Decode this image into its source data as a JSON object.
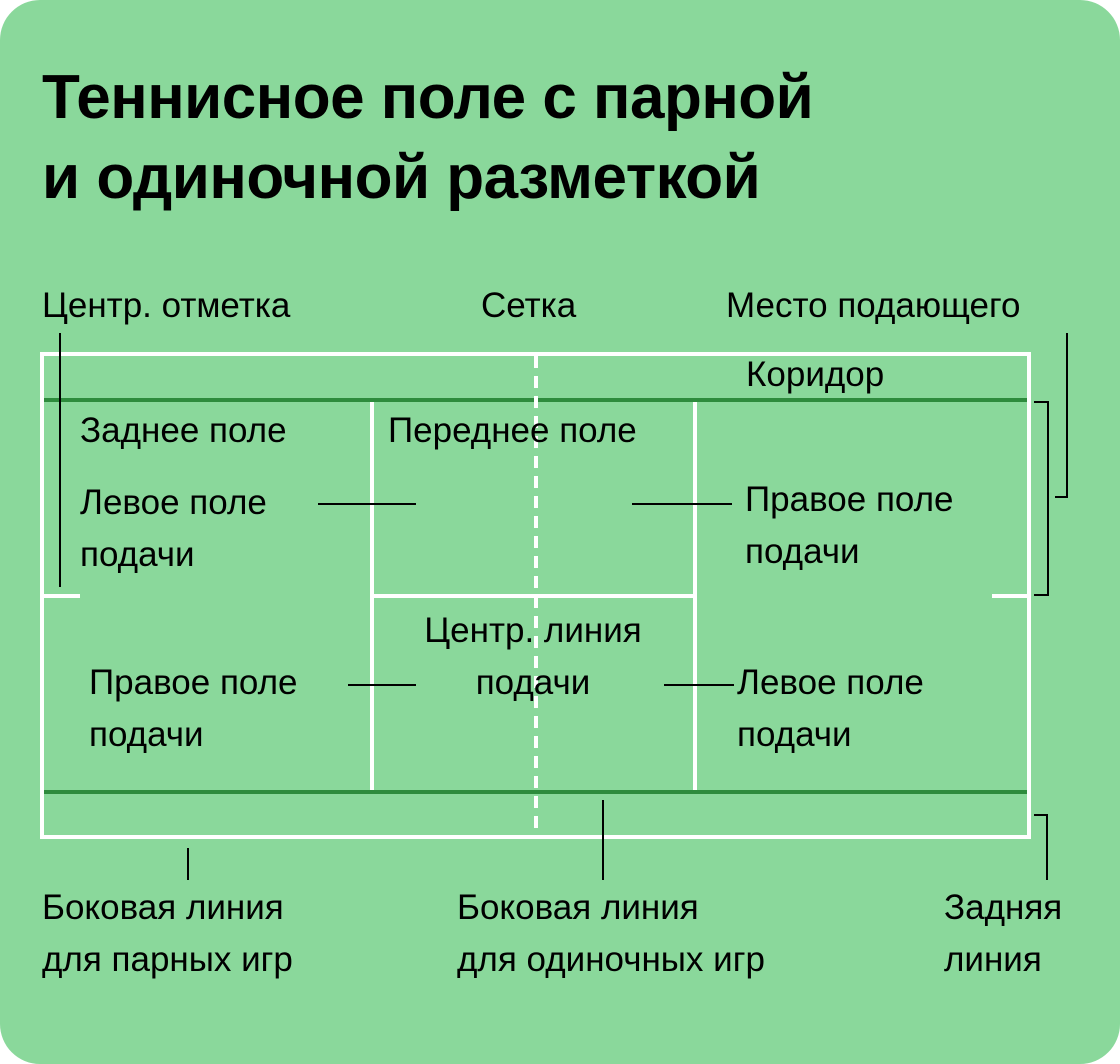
{
  "title": {
    "line1": "Теннисное поле с парной",
    "line2": "и одиночной разметкой"
  },
  "labels": {
    "center_mark": "Центр. отметка",
    "net": "Сетка",
    "server_place": "Место подающего",
    "alley": "Коридор",
    "back_court": "Заднее поле",
    "front_court": "Переднее поле",
    "left_service_top": {
      "line1": "Левое поле",
      "line2": "подачи"
    },
    "right_service_top": {
      "line1": "Правое поле",
      "line2": "подачи"
    },
    "center_service_line": {
      "line1": "Центр. линия",
      "line2": "подачи"
    },
    "right_service_bottom": {
      "line1": "Правое поле",
      "line2": "подачи"
    },
    "left_service_bottom": {
      "line1": "Левое поле",
      "line2": "подачи"
    },
    "doubles_sideline": {
      "line1": "Боковая линия",
      "line2": "для парных игр"
    },
    "singles_sideline": {
      "line1": "Боковая линия",
      "line2": "для одиночных игр"
    },
    "baseline": {
      "line1": "Задняя",
      "line2": "линия"
    }
  },
  "colors": {
    "background": "#8ad89b",
    "court_lines": "#ffffff",
    "singles_sidelines": "#2e8b3d",
    "pointer_lines": "#000000"
  }
}
